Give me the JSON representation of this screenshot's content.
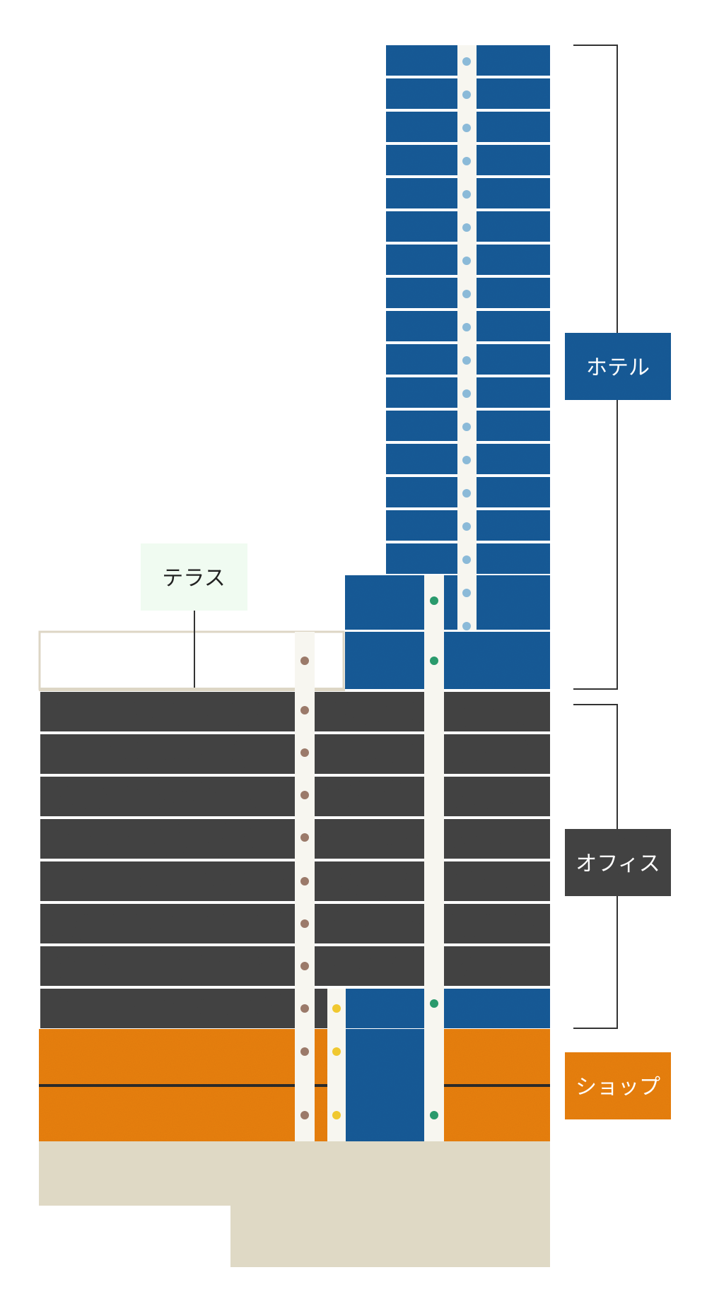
{
  "colors": {
    "hotel": "#1b5b98",
    "office": "#454545",
    "shop": "#e88012",
    "foundation": "#dfd9c5",
    "shaft": "#f7f6f0",
    "divider": "#e6dfcc",
    "terrace_fill": "#ffffff",
    "terrace_border": "#ddd6c5",
    "terrace_label_bg": "#f0fbf1",
    "bracket": "#333333",
    "dot_hotel_shaft": "#8bbad8",
    "dot_tower_shaft": "#2a9a6c",
    "dot_office_shaft": "#9b7a6a",
    "dot_shop_shaft": "#f0c830"
  },
  "labels": {
    "hotel": "ホテル",
    "office": "オフィス",
    "shop": "ショップ",
    "terrace": "テラス"
  }
}
